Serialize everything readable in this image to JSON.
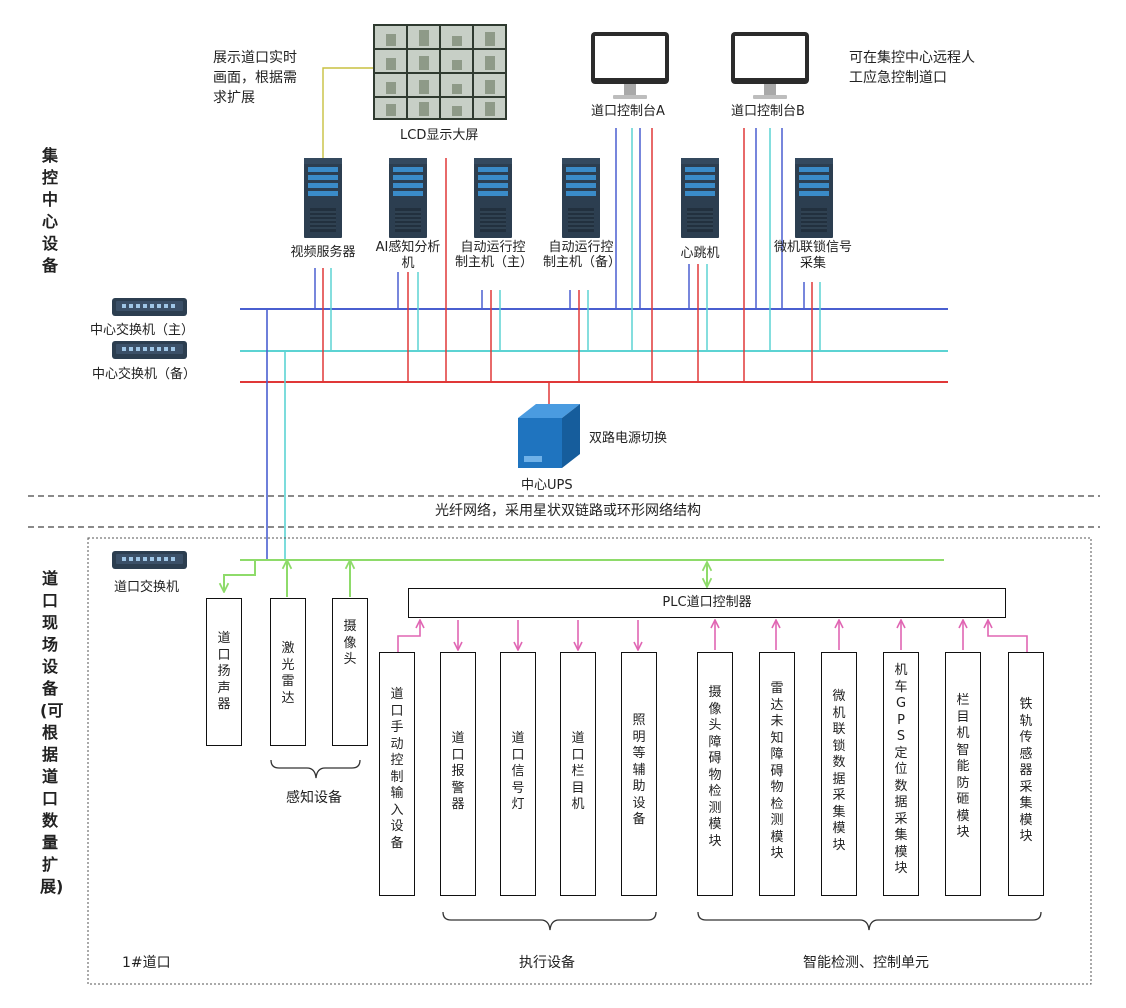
{
  "sections": {
    "center": "集控中心设备",
    "field": "道口现场设备(可根据道口数量扩展)"
  },
  "display": {
    "caption": "LCD显示大屏",
    "note": "展示道口实时画面，根据需求扩展"
  },
  "consoles": {
    "a": "道口控制台A",
    "b": "道口控制台B",
    "note": "可在集控中心远程人工应急控制道口"
  },
  "servers": {
    "video": "视频服务器",
    "ai": "AI感知分析机",
    "main": "自动运行控制主机（主）",
    "backup": "自动运行控制主机（备）",
    "heartbeat": "心跳机",
    "interlock": "微机联锁信号采集"
  },
  "switches": {
    "center_main": "中心交换机（主）",
    "center_backup": "中心交换机（备）",
    "crossing": "道口交换机"
  },
  "ups": {
    "label": "中心UPS",
    "note": "双路电源切换"
  },
  "network": {
    "label": "光纤网络，采用星状双链路或环形网络结构"
  },
  "plc": {
    "label": "PLC道口控制器"
  },
  "devices": {
    "speaker": "道口扬声器",
    "lidar": "激光雷达",
    "camera": "摄像头",
    "manual": "道口手动控制输入设备",
    "alarm": "道口报警器",
    "signal": "道口信号灯",
    "gate": "道口栏目机",
    "lighting": "照明等辅助设备",
    "cam_detect": "摄像头障碍物检测模块",
    "radar_detect": "雷达未知障碍物检测模块",
    "interlock_detect": "微机联锁数据采集模块",
    "gps": "机车GPS定位数据采集模块",
    "gate_smart": "栏目机智能防砸模块",
    "rail_sensor": "铁轨传感器采集模块"
  },
  "groups": {
    "perception": "感知设备",
    "execution": "执行设备",
    "smart": "智能检测、控制单元"
  },
  "crossing_label": "1#道口",
  "colors": {
    "blue": "#4a5fd0",
    "cyan": "#5cd3d3",
    "red": "#e03838",
    "green": "#8edb6a",
    "pink": "#e066b3",
    "olive": "#c8c040",
    "server": "#2c3e50",
    "ups": "#1f74bf"
  }
}
